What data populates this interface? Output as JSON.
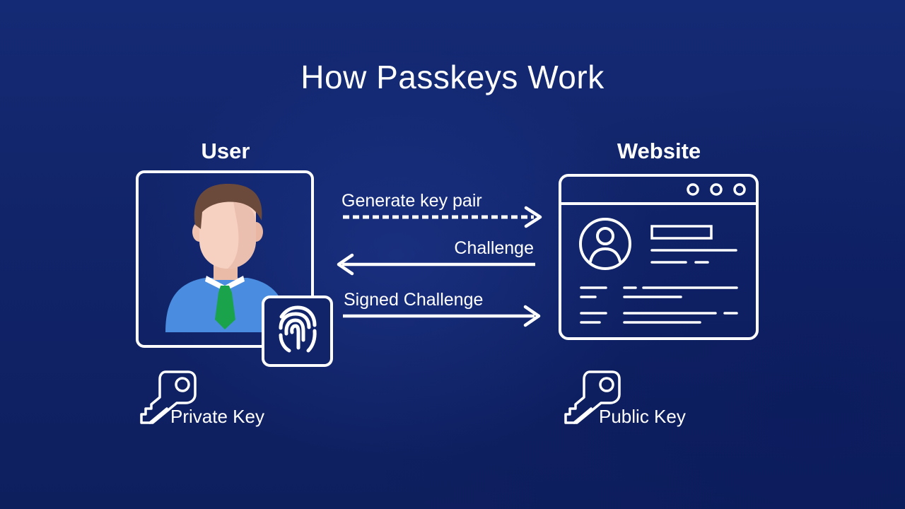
{
  "title": "How Passkeys Work",
  "user": {
    "label": "User",
    "key_label": "Private Key"
  },
  "website": {
    "label": "Website",
    "key_label": "Public Key"
  },
  "arrows": {
    "generate": "Generate key pair",
    "challenge": "Challenge",
    "signed": "Signed Challenge"
  },
  "colors": {
    "background": "#112469",
    "line": "#ffffff",
    "skin": "#f6d1c1",
    "hair": "#6b4a3c",
    "shirt": "#4a8de0",
    "tie": "#1aa34a"
  },
  "icons": {
    "user": "person-avatar-icon",
    "fingerprint": "fingerprint-icon",
    "browser": "browser-window-icon",
    "key": "key-icon"
  }
}
